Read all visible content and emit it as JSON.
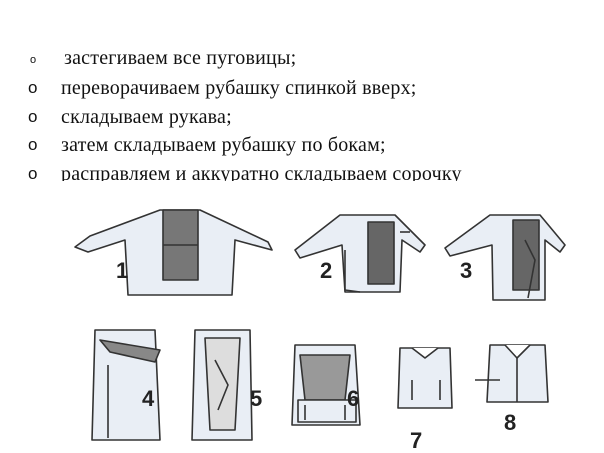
{
  "steps": [
    {
      "bullet": "o",
      "text": "застегиваем все пуговицы;"
    },
    {
      "bullet": "o",
      "text": "переворачиваем рубашку спинкой вверх;"
    },
    {
      "bullet": "o",
      "text": "складываем рукава;"
    },
    {
      "bullet": "o",
      "text": "затем складываем рубашку по бокам;"
    },
    {
      "bullet": "o",
      "text": "расправляем и аккуратно складываем сорочку"
    }
  ],
  "illustration": {
    "labels": [
      "1",
      "2",
      "3",
      "4",
      "5",
      "6",
      "7",
      "8"
    ]
  }
}
